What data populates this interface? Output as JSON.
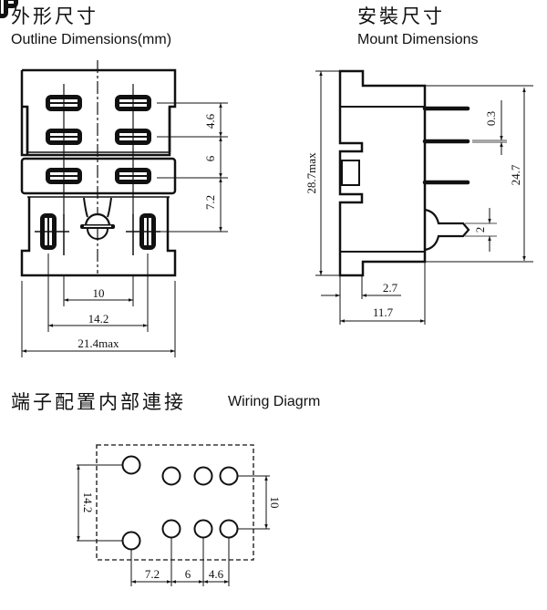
{
  "outline": {
    "title_cn": "外形尺寸",
    "title_en": "Outline Dimensions(mm)",
    "dims": {
      "pitch_a": "4.6",
      "pitch_b": "6",
      "pitch_c": "7.2",
      "inner_width": "10",
      "mid_width": "14.2",
      "overall_width": "21.4max"
    }
  },
  "mount": {
    "title_cn": "安裝尺寸",
    "title_en": "Mount Dimensions",
    "dims": {
      "overall_height": "28.7max",
      "pin_thickness": "0.3",
      "body_height": "24.7",
      "clip_width": "2",
      "flange": "2.7",
      "depth": "11.7"
    }
  },
  "wiring": {
    "title_cn": "端子配置内部連接",
    "title_en": "Wiring Diagrm",
    "dims": {
      "coil_spacing": "14.2",
      "row_spacing": "10",
      "pitch_a": "7.2",
      "pitch_b": "6",
      "pitch_c": "4.6"
    }
  }
}
